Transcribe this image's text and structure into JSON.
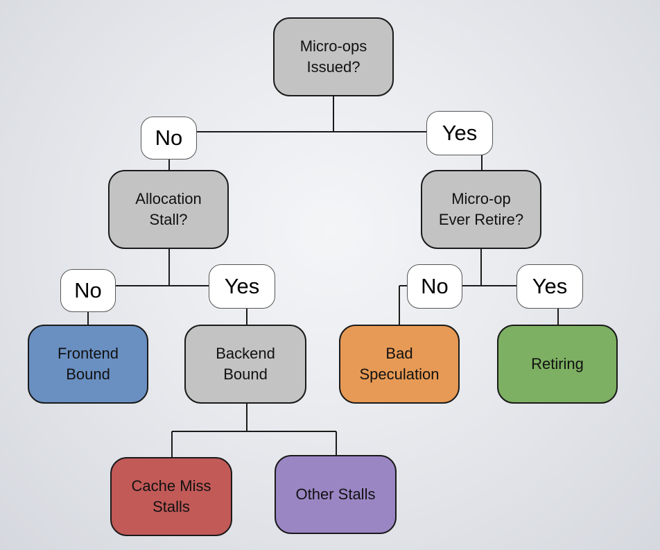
{
  "diagram": {
    "nodes": {
      "issued": {
        "text": "Micro-ops\nIssued?",
        "color": "#c3c3c3"
      },
      "allocation": {
        "text": "Allocation\nStall?",
        "color": "#c3c3c3"
      },
      "retire": {
        "text": "Micro-op\nEver Retire?",
        "color": "#c3c3c3"
      },
      "frontend": {
        "text": "Frontend\nBound",
        "color": "#6a90c2"
      },
      "backend": {
        "text": "Backend\nBound",
        "color": "#c3c3c3"
      },
      "bad_spec": {
        "text": "Bad\nSpeculation",
        "color": "#e79a55"
      },
      "retiring": {
        "text": "Retiring",
        "color": "#7db062"
      },
      "cache_miss": {
        "text": "Cache Miss\nStalls",
        "color": "#c25a58"
      },
      "other_stalls": {
        "text": "Other Stalls",
        "color": "#9b86c4"
      }
    },
    "branch_labels": {
      "no_top": "No",
      "yes_top": "Yes",
      "no_left": "No",
      "yes_left": "Yes",
      "no_right": "No",
      "yes_right": "Yes"
    }
  }
}
